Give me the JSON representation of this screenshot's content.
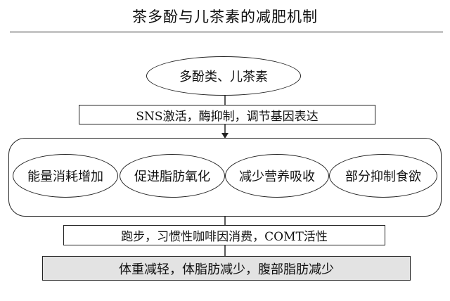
{
  "title": "茶多酚与儿茶素的减肥机制",
  "nodes": {
    "source": "多酚类、儿茶素",
    "mechanism": "SNS激活，酶抑制，调节基因表达",
    "effects": [
      "能量消耗增加",
      "促进脂肪氧化",
      "减少营养吸收",
      "部分抑制食欲"
    ],
    "modifiers": "跑步，习惯性咖啡因消费，COMT活性",
    "outcome": "体重减轻，体脂肪减少，腹部脂肪减少"
  },
  "colors": {
    "outcome_fill": "#e3e3e3",
    "stroke": "#222222"
  }
}
